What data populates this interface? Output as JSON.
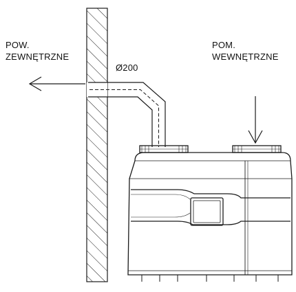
{
  "labels": {
    "outside_line1": "POW.",
    "outside_line2": "ZEWNĘTRZNE",
    "inside_line1": "POM.",
    "inside_line2": "WEWNĘTRZNE",
    "duct_diameter": "Ø200"
  },
  "colors": {
    "stroke": "#1a1a1a",
    "background": "#ffffff"
  }
}
